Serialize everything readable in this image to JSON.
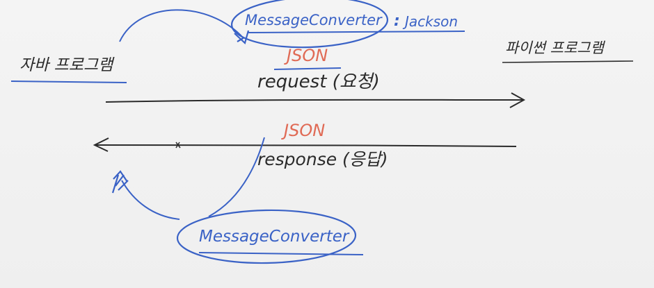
{
  "top_converter": {
    "name": "MessageConverter",
    "separator": ":",
    "library": "Jackson"
  },
  "left_program": {
    "label": "자바 프로그램"
  },
  "right_program": {
    "label": "파이썬 프로그램"
  },
  "request": {
    "format": "JSON",
    "label": "request (요청)"
  },
  "response": {
    "format": "JSON",
    "label": "response (응답)"
  },
  "bottom_converter": {
    "name": "MessageConverter"
  },
  "colors": {
    "background": "#f1f1f1",
    "ink_black": "#2b2b2b",
    "ink_blue": "#3a62c6",
    "ink_red": "#e06a55"
  }
}
